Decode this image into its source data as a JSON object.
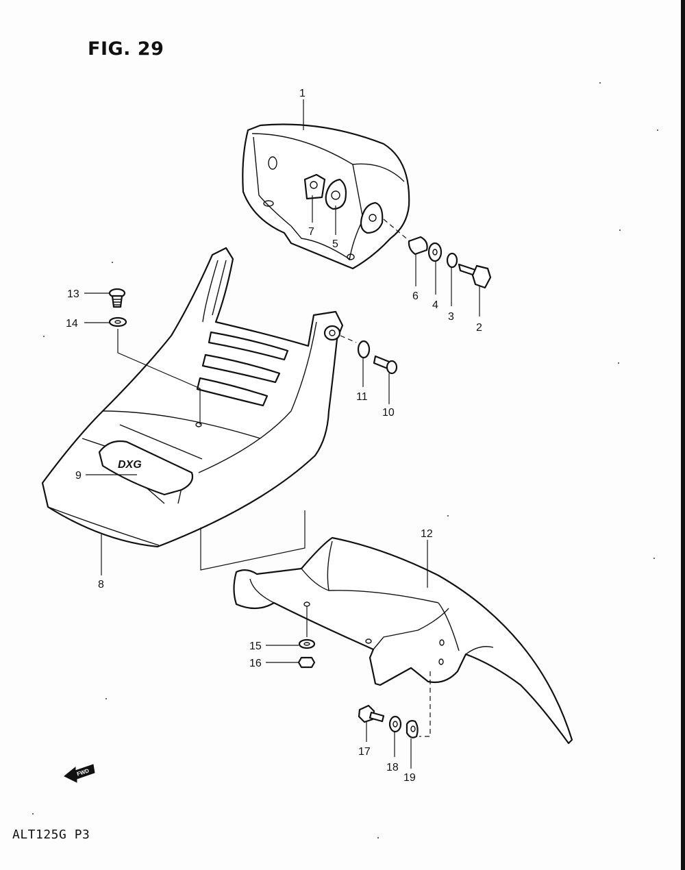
{
  "figure": {
    "title": "FIG. 29"
  },
  "footer": {
    "model_code": "ALT125G P3"
  },
  "fwd_symbol": {
    "label": "FWD",
    "icon": "fwd-arrow-icon"
  },
  "callouts": [
    "1",
    "2",
    "3",
    "4",
    "5",
    "6",
    "7",
    "8",
    "9",
    "10",
    "11",
    "12",
    "13",
    "14",
    "15",
    "16",
    "17",
    "18",
    "19"
  ],
  "decal_text": "DXG"
}
